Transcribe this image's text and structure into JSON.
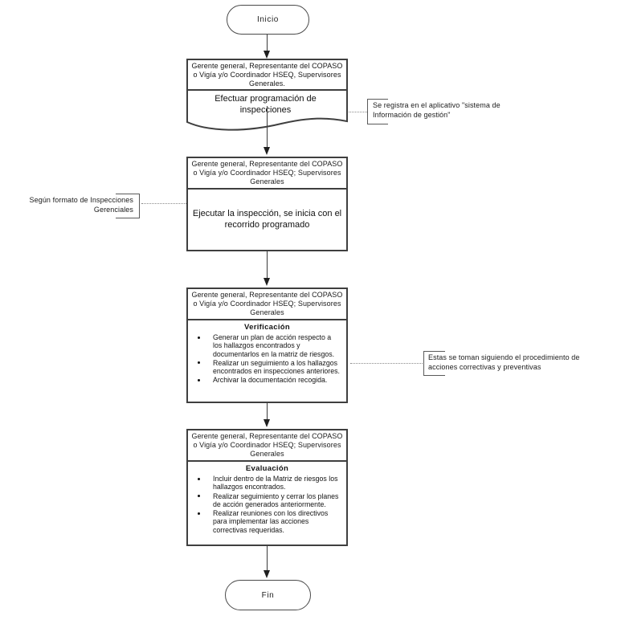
{
  "flow": {
    "start_label": "Inicio",
    "end_label": "Fin"
  },
  "steps": [
    {
      "role_header": "Gerente general, Representante del COPASO o Vigía y/o Coordinador HSEQ, Supervisores Generales.",
      "shape": "document",
      "action": "Efectuar programación de inspecciones"
    },
    {
      "role_header": "Gerente general, Representante del COPASO o Vigía y/o Coordinador HSEQ; Supervisores Generales",
      "shape": "process",
      "action": "Ejecutar la inspección, se inicia con el recorrido programado"
    },
    {
      "role_header": "Gerente general, Representante del COPASO o Vigía y/o Coordinador HSEQ; Supervisores Generales",
      "shape": "process",
      "section_title": "Verificación",
      "bullets": [
        "Generar un plan de acción respecto a los hallazgos encontrados y documentarlos en la matriz de riesgos.",
        "Realizar un seguimiento a los hallazgos encontrados en inspecciones anteriores.",
        "Archivar la documentación recogida."
      ]
    },
    {
      "role_header": "Gerente general, Representante del COPASO o Vigía y/o Coordinador HSEQ; Supervisores Generales",
      "shape": "process",
      "section_title": "Evaluación",
      "bullets": [
        "Incluir dentro de la Matriz de riesgos los hallazgos encontrados.",
        "Realizar seguimiento y cerrar los planes de acción generados anteriormente.",
        "Realizar reuniones con los directivos para implementar las acciones correctivas requeridas."
      ]
    }
  ],
  "annotations": [
    {
      "side": "right",
      "text": "Se registra en el aplicativo \"sistema de Información de gestión\""
    },
    {
      "side": "left",
      "text": "Según formato de Inspecciones Gerenciales"
    },
    {
      "side": "right",
      "text": "Estas se toman siguiendo el procedimiento de acciones correctivas y preventivas"
    }
  ],
  "colors": {
    "line": "#3f3f3f",
    "text": "#141414"
  }
}
